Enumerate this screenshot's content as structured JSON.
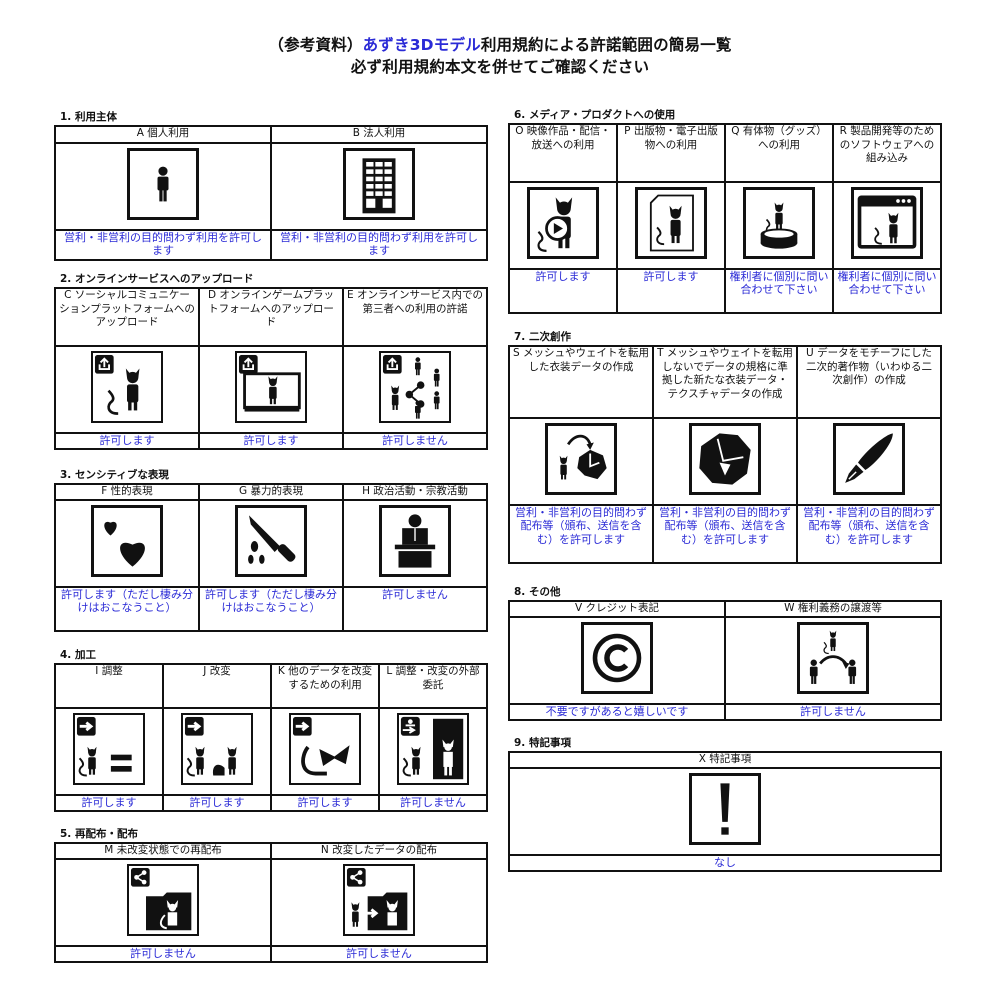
{
  "title": {
    "line1_prefix": "（参考資料）",
    "line1_accent": "あずき3Dモデル",
    "line1_suffix": "利用規約による許諾範囲の簡易一覧",
    "line2": "必ず利用規約本文を併せてご確認ください"
  },
  "colors": {
    "accent": "#2a2ad6",
    "border": "#111111"
  },
  "sections": {
    "s1": {
      "title": "1. 利用主体",
      "items": [
        {
          "code": "A",
          "label": "A 個人利用",
          "icon": "person-icon",
          "status": "営利・非営利の目的問わず利用を許可します"
        },
        {
          "code": "B",
          "label": "B 法人利用",
          "icon": "office-building-icon",
          "status": "営利・非営利の目的問わず利用を許可します"
        }
      ]
    },
    "s2": {
      "title": "2. オンラインサービスへのアップロード",
      "items": [
        {
          "code": "C",
          "label": "C ソーシャルコミュニケーションプラットフォームへのアップロード",
          "icon": "upload-social-icon",
          "status": "許可します"
        },
        {
          "code": "D",
          "label": "D オンラインゲームプラットフォームへのアップロード",
          "icon": "upload-game-icon",
          "status": "許可します"
        },
        {
          "code": "E",
          "label": "E オンラインサービス内での第三者への利用の許諾",
          "icon": "upload-share-icon",
          "status": "許可しません"
        }
      ]
    },
    "s3": {
      "title": "3. センシティブな表現",
      "items": [
        {
          "code": "F",
          "label": "F 性的表現",
          "icon": "hearts-icon",
          "status": "許可します（ただし棲み分けはおこなうこと）"
        },
        {
          "code": "G",
          "label": "G 暴力的表現",
          "icon": "knife-icon",
          "status": "許可します（ただし棲み分けはおこなうこと）"
        },
        {
          "code": "H",
          "label": "H 政治活動・宗教活動",
          "icon": "podium-speaker-icon",
          "status": "許可しません"
        }
      ]
    },
    "s4": {
      "title": "4. 加工",
      "items": [
        {
          "code": "I",
          "label": "I 調整",
          "icon": "adjust-icon",
          "status": "許可します"
        },
        {
          "code": "J",
          "label": "J 改変",
          "icon": "modify-icon",
          "status": "許可します"
        },
        {
          "code": "K",
          "label": "K 他のデータを改変するための利用",
          "icon": "parts-use-icon",
          "status": "許可します"
        },
        {
          "code": "L",
          "label": "L 調整・改変の外部委託",
          "icon": "outsource-icon",
          "status": "許可しません"
        }
      ]
    },
    "s5": {
      "title": "5. 再配布・配布",
      "items": [
        {
          "code": "M",
          "label": "M 未改変状態での再配布",
          "icon": "redistribute-icon",
          "status": "許可しません"
        },
        {
          "code": "N",
          "label": "N 改変したデータの配布",
          "icon": "distribute-modified-icon",
          "status": "許可しません"
        }
      ]
    },
    "s6": {
      "title": "6. メディア・プロダクトへの使用",
      "items": [
        {
          "code": "O",
          "label": "O 映像作品・配信・放送への利用",
          "icon": "video-icon",
          "status": "許可します"
        },
        {
          "code": "P",
          "label": "P 出版物・電子出版物への利用",
          "icon": "publication-icon",
          "status": "許可します"
        },
        {
          "code": "Q",
          "label": "Q 有体物（グッズ）への利用",
          "icon": "figure-goods-icon",
          "status": "権利者に個別に問い合わせて下さい"
        },
        {
          "code": "R",
          "label": "R 製品開発等のためのソフトウェアへの組み込み",
          "icon": "software-window-icon",
          "status": "権利者に個別に問い合わせて下さい"
        }
      ]
    },
    "s7": {
      "title": "7. 二次創作",
      "items": [
        {
          "code": "S",
          "label": "S メッシュやウェイトを転用した衣装データの作成",
          "icon": "costume-transfer-icon",
          "status": "営利・非営利の目的問わず配布等（頒布、送信を含む）を許可します"
        },
        {
          "code": "T",
          "label": "T メッシュやウェイトを転用しないでデータの規格に準拠した新たな衣装データ・テクスチャデータの作成",
          "icon": "costume-icon",
          "status": "営利・非営利の目的問わず配布等（頒布、送信を含む）を許可します"
        },
        {
          "code": "U",
          "label": "U データをモチーフにした二次的著作物（いわゆる二次創作）の作成",
          "icon": "pen-nib-icon",
          "status": "営利・非営利の目的問わず配布等（頒布、送信を含む）を許可します"
        }
      ]
    },
    "s8": {
      "title": "8. その他",
      "items": [
        {
          "code": "V",
          "label": "V クレジット表記",
          "icon": "copyright-icon",
          "status": "不要ですがあると嬉しいです"
        },
        {
          "code": "W",
          "label": "W 権利義務の譲渡等",
          "icon": "transfer-rights-icon",
          "status": "許可しません"
        }
      ]
    },
    "s9": {
      "title": "9. 特記事項",
      "items": [
        {
          "code": "X",
          "label": "X 特記事項",
          "icon": "exclamation-icon",
          "status": "なし"
        }
      ]
    }
  }
}
